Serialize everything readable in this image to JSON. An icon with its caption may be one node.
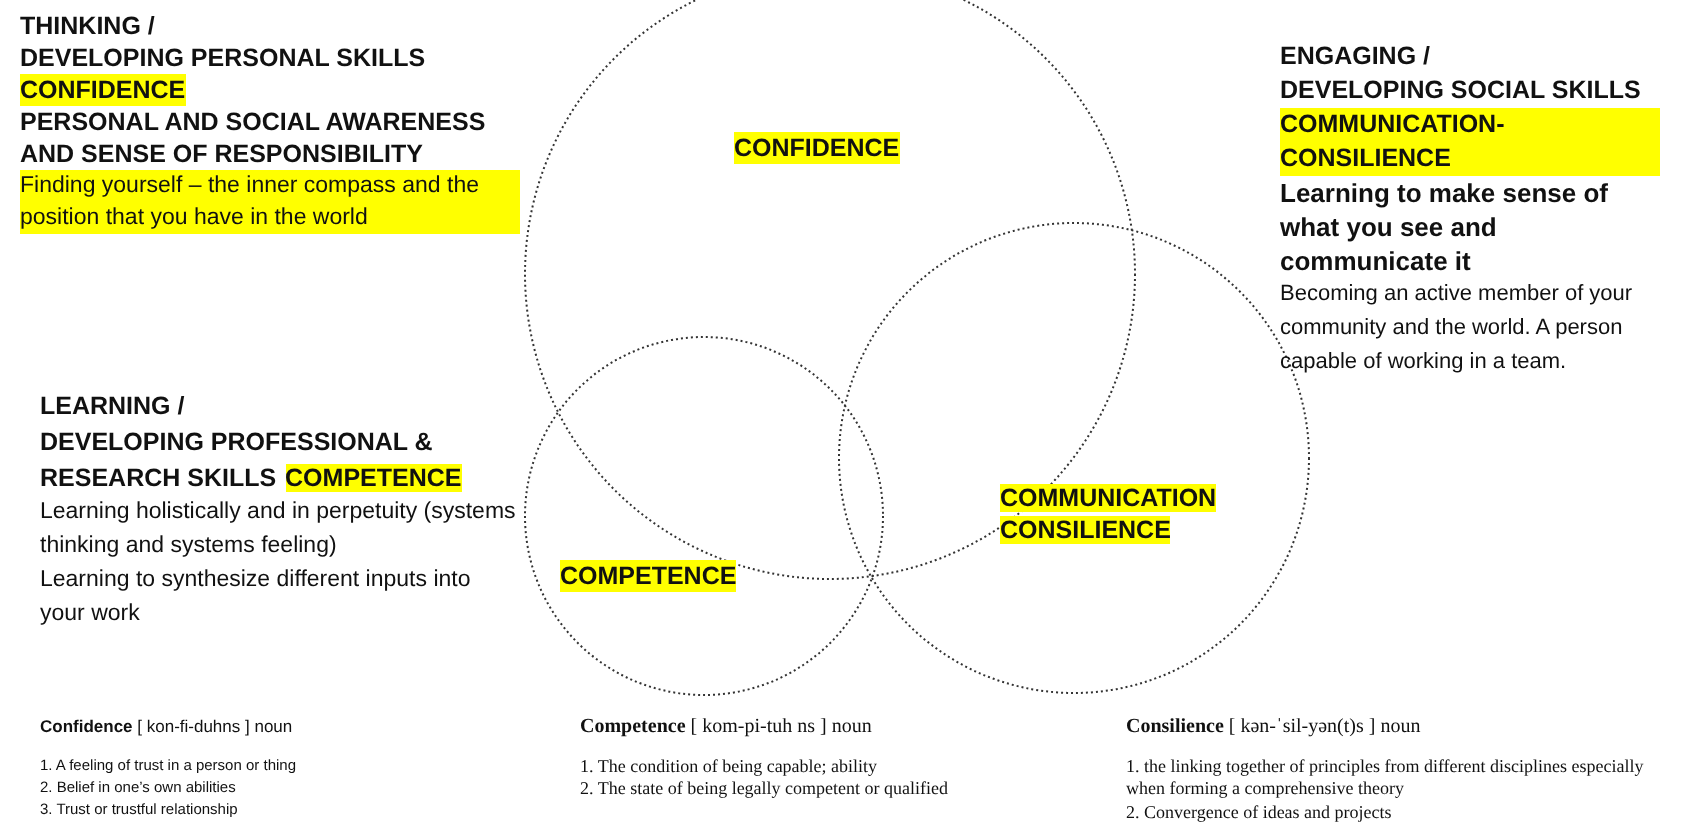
{
  "diagram": {
    "nodes": [
      {
        "text": [
          "CONFIDENCE"
        ]
      },
      {
        "text": [
          "COMPETENCE"
        ]
      },
      {
        "text": [
          "COMMUNICATION CONSILIENCE"
        ]
      }
    ],
    "edges": [],
    "labels": [
      "THINKING /",
      "DEVELOPING PERSONAL SKILLS",
      "CONFIDENCE",
      "PERSONAL AND SOCIAL AWARENESS AND SENSE OF RESPONSIBILITY",
      "Finding yourself – the inner compass and the position that you have in the world",
      "ENGAGING  /",
      "DEVELOPING SOCIAL SKILLS",
      "COMMUNICATION-CONSILIENCE",
      "Learning to make sense of what you see and communicate it",
      "Becoming an active member of your community and the world. A person capable of working in a team.",
      "LEARNING  /",
      "DEVELOPING PROFESSIONAL & RESEARCH SKILLS",
      "COMPETENCE",
      "Learning holistically and in perpetuity (systems thinking and systems feeling)",
      "Learning to synthesize different inputs into your work",
      "**Confidence** [ kon-fi-duhns ] noun",
      "1. A feeling of trust in a person or thing",
      "2. Belief in one’s own abilities",
      "3. Trust or trustful relationship",
      "**Competence** [ kom-pi-tuh ns ] noun",
      "1. The condition of being capable; ability",
      "2. The state of being legally competent or qualified",
      "**Consilience** [ kən-ˈsil-yən(t)s  ] noun",
      "1. the linking together of principles from different disciplines especially when forming a comprehensive theory",
      "2. Convergence of ideas and projects"
    ]
  }
}
